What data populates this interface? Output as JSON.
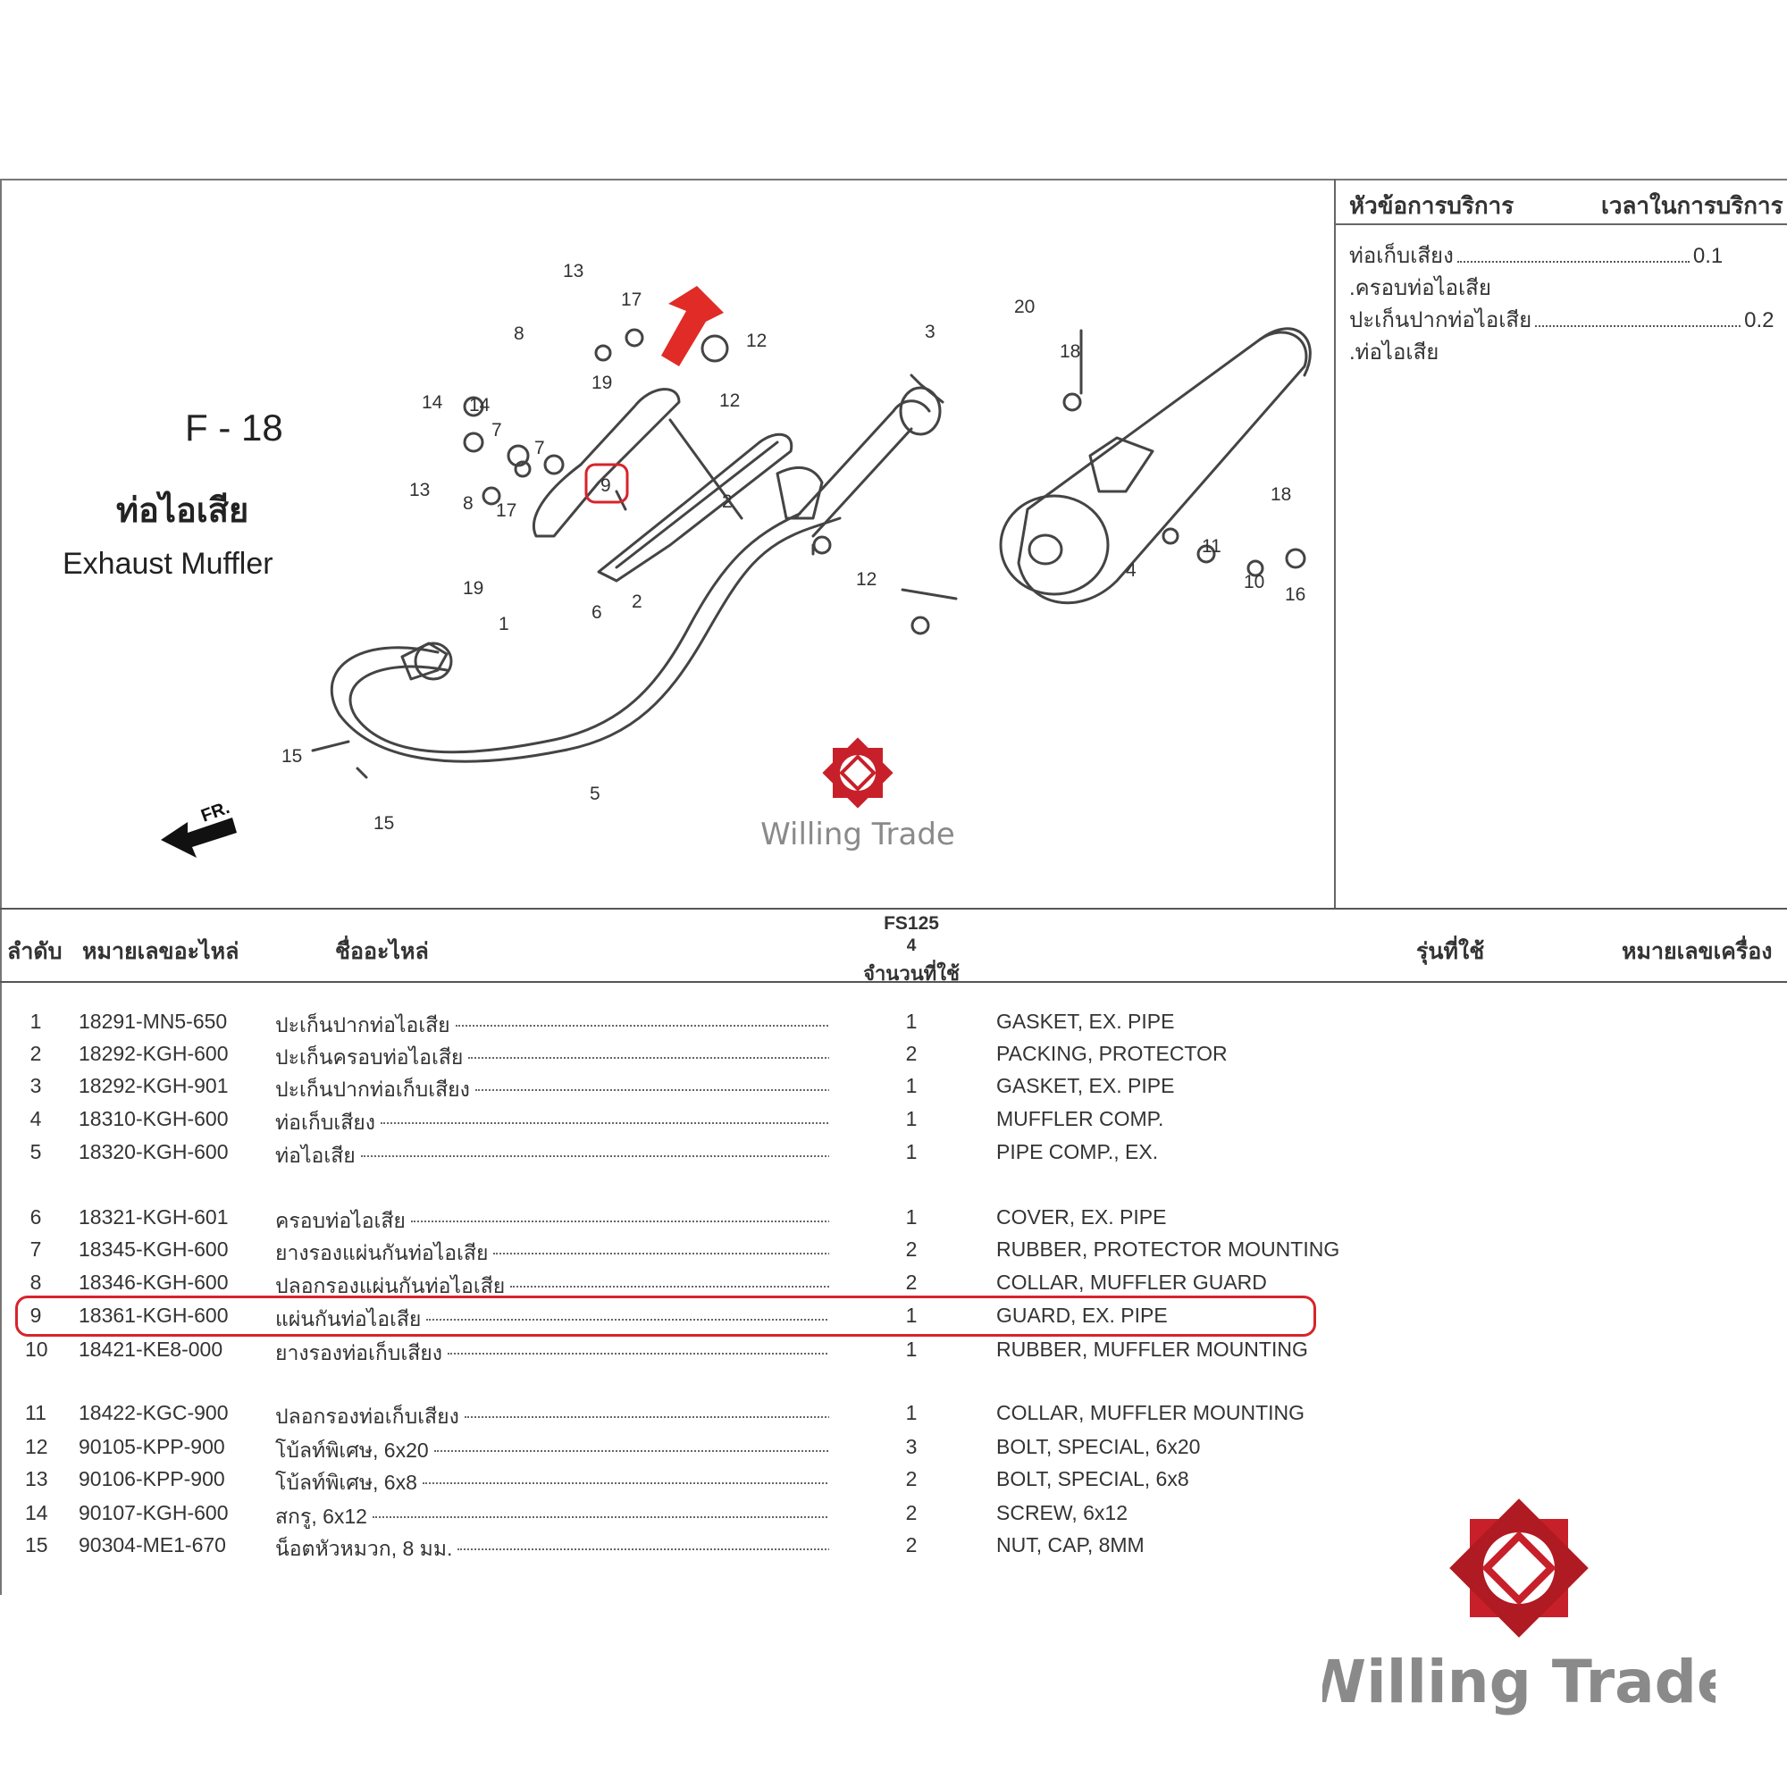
{
  "header": {
    "code": "F - 18",
    "title_th": "ท่อไอเสีย",
    "title_en": "Exhaust Muffler"
  },
  "service": {
    "col_topic": "หัวข้อการบริการ",
    "col_time": "เวลาในการบริการ",
    "rows": [
      {
        "text": "ท่อเก็บเสียง",
        "time": "0.1"
      },
      {
        "text": ".ครอบท่อไอเสีย",
        "time": ""
      },
      {
        "text": "ปะเก็นปากท่อไอเสีย",
        "time": "0.2"
      },
      {
        "text": ".ท่อไอเสีย",
        "time": ""
      }
    ]
  },
  "diagram": {
    "callouts": [
      "13",
      "17",
      "8",
      "19",
      "14",
      "14",
      "7",
      "7",
      "9",
      "12",
      "12",
      "3",
      "20",
      "18",
      "13",
      "8",
      "17",
      "2",
      "2",
      "6",
      "12",
      "19",
      "1",
      "4",
      "11",
      "18",
      "10",
      "16",
      "15",
      "5",
      "15"
    ],
    "direction_label": "FR.",
    "arrow_color": "#e02b27",
    "highlight_color": "#d8232a"
  },
  "table": {
    "col_no": "ลำดับ",
    "col_part": "หมายเลขอะไหล่",
    "col_name": "ชื่ออะไหล่",
    "model": "FS125",
    "model_num": "4",
    "col_qty": "จำนวนที่ใช้",
    "col_model": "รุ่นที่ใช้",
    "col_engine": "หมายเลขเครื่อง",
    "rows": [
      {
        "no": "1",
        "part": "18291-MN5-650",
        "th": "ปะเก็นปากท่อไอเสีย",
        "qty": "1",
        "en": "GASKET, EX. PIPE"
      },
      {
        "no": "2",
        "part": "18292-KGH-600",
        "th": "ปะเก็นครอบท่อไอเสีย",
        "qty": "2",
        "en": "PACKING, PROTECTOR"
      },
      {
        "no": "3",
        "part": "18292-KGH-901",
        "th": "ปะเก็นปากท่อเก็บเสียง",
        "qty": "1",
        "en": "GASKET, EX. PIPE"
      },
      {
        "no": "4",
        "part": "18310-KGH-600",
        "th": "ท่อเก็บเสียง",
        "qty": "1",
        "en": "MUFFLER COMP."
      },
      {
        "no": "5",
        "part": "18320-KGH-600",
        "th": "ท่อไอเสีย",
        "qty": "1",
        "en": "PIPE COMP., EX."
      },
      {
        "no": "6",
        "part": "18321-KGH-601",
        "th": "ครอบท่อไอเสีย",
        "qty": "1",
        "en": "COVER, EX. PIPE"
      },
      {
        "no": "7",
        "part": "18345-KGH-600",
        "th": "ยางรองแผ่นกันท่อไอเสีย",
        "qty": "2",
        "en": "RUBBER, PROTECTOR MOUNTING"
      },
      {
        "no": "8",
        "part": "18346-KGH-600",
        "th": "ปลอกรองแผ่นกันท่อไอเสีย",
        "qty": "2",
        "en": "COLLAR, MUFFLER GUARD"
      },
      {
        "no": "9",
        "part": "18361-KGH-600",
        "th": "แผ่นกันท่อไอเสีย",
        "qty": "1",
        "en": "GUARD, EX. PIPE"
      },
      {
        "no": "10",
        "part": "18421-KE8-000",
        "th": "ยางรองท่อเก็บเสียง",
        "qty": "1",
        "en": "RUBBER, MUFFLER MOUNTING"
      },
      {
        "no": "11",
        "part": "18422-KGC-900",
        "th": "ปลอกรองท่อเก็บเสียง",
        "qty": "1",
        "en": "COLLAR, MUFFLER MOUNTING"
      },
      {
        "no": "12",
        "part": "90105-KPP-900",
        "th": "โบ้ลท์พิเศษ, 6x20",
        "qty": "3",
        "en": "BOLT, SPECIAL, 6x20"
      },
      {
        "no": "13",
        "part": "90106-KPP-900",
        "th": "โบ้ลท์พิเศษ, 6x8",
        "qty": "2",
        "en": "BOLT, SPECIAL, 6x8"
      },
      {
        "no": "14",
        "part": "90107-KGH-600",
        "th": "สกรู, 6x12",
        "qty": "2",
        "en": "SCREW, 6x12"
      },
      {
        "no": "15",
        "part": "90304-ME1-670",
        "th": "น็อตหัวหมวก, 8 มม.",
        "qty": "2",
        "en": "NUT, CAP, 8MM"
      }
    ]
  },
  "watermark": {
    "brand": "Willing Trade",
    "logo_color": "#c8202a"
  }
}
